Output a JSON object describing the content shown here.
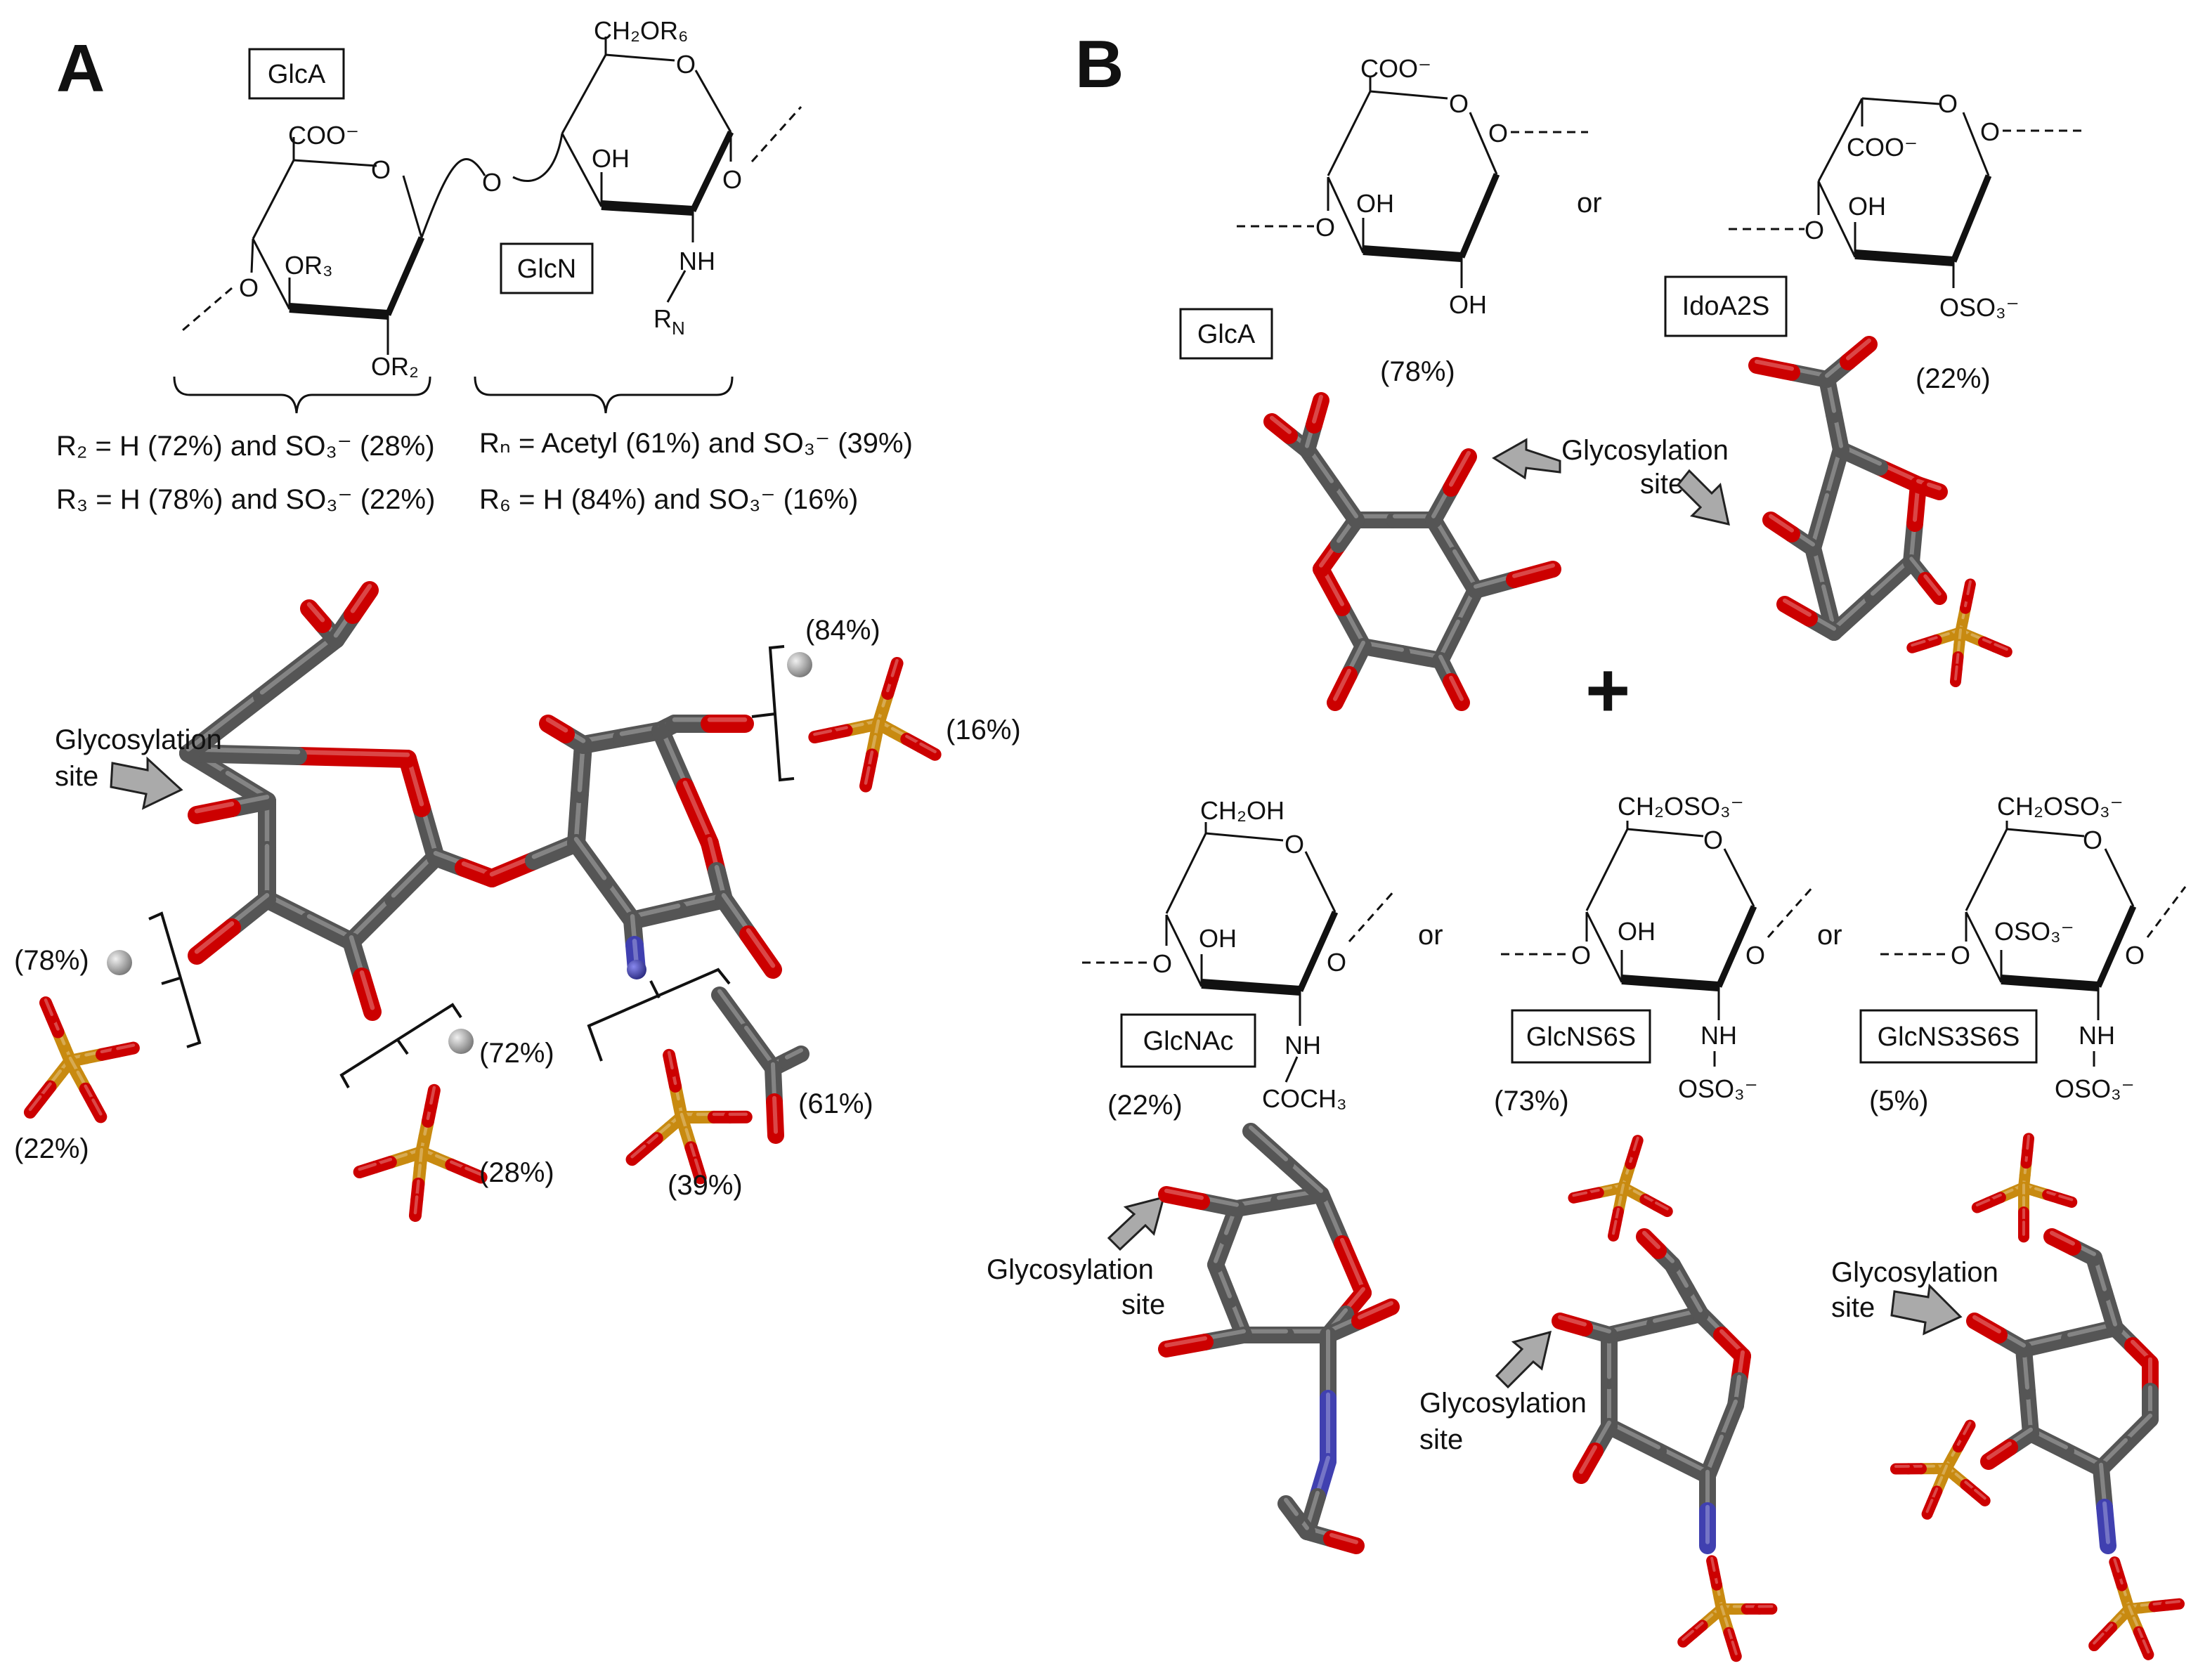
{
  "panel_a": {
    "letter": "A",
    "glca_box": "GlcA",
    "glcn_box": "GlcN",
    "coo": "COO⁻",
    "or3": "OR₃",
    "or2": "OR₂",
    "ch2or6": "CH₂OR₆",
    "oh": "OH",
    "nh": "NH",
    "rn": "R",
    "rn_sub": "N",
    "ring_o": "O",
    "subst": {
      "r2": "R₂ = H (72%) and SO₃⁻ (28%)",
      "r3": "R₃ = H (78%) and SO₃⁻ (22%)",
      "rn": "Rₙ = Acetyl (61%) and SO₃⁻ (39%)",
      "r6": "R₆ = H (84%) and SO₃⁻ (16%)"
    },
    "glycosylation_site": [
      "Glycosylation",
      "site"
    ],
    "pcts": {
      "p84": "(84%)",
      "p16": "(16%)",
      "p78": "(78%)",
      "p22": "(22%)",
      "p72": "(72%)",
      "p28": "(28%)",
      "p61": "(61%)",
      "p39": "(39%)"
    }
  },
  "panel_b": {
    "letter": "B",
    "or_label": "or",
    "plus": "+",
    "glca": {
      "box": "GlcA",
      "pct": "(78%)",
      "coo": "COO⁻",
      "oh1": "OH",
      "oh2": "OH",
      "o": "O"
    },
    "idoa2s": {
      "box": "IdoA2S",
      "pct": "(22%)",
      "coo": "COO⁻",
      "oh": "OH",
      "oso3": "OSO₃⁻",
      "o": "O"
    },
    "glycosylation_sites": [
      "Glycosylation",
      "sites"
    ],
    "glcnac": {
      "box": "GlcNAc",
      "pct": "(22%)",
      "ch2oh": "CH₂OH",
      "oh": "OH",
      "nh": "NH",
      "coch3": "COCH₃"
    },
    "glcns6s": {
      "box": "GlcNS6S",
      "pct": "(73%)",
      "ch2oso3": "CH₂OSO₃⁻",
      "oh": "OH",
      "nh": "NH",
      "oso3": "OSO₃⁻"
    },
    "glcns3s6s": {
      "box": "GlcNS3S6S",
      "pct": "(5%)",
      "ch2oso3": "CH₂OSO₃⁻",
      "oso3_ring": "OSO₃⁻",
      "nh": "NH",
      "oso3": "OSO₃⁻"
    },
    "glycosylation_site": [
      "Glycosylation",
      "site"
    ]
  },
  "colors": {
    "carbon": "#555555",
    "oxygen": "#cc0000",
    "nitrogen": "#4040b0",
    "sulfur": "#c88a10",
    "hydrogen": "#b0b0b0",
    "arrow": "#a8a8a8"
  }
}
